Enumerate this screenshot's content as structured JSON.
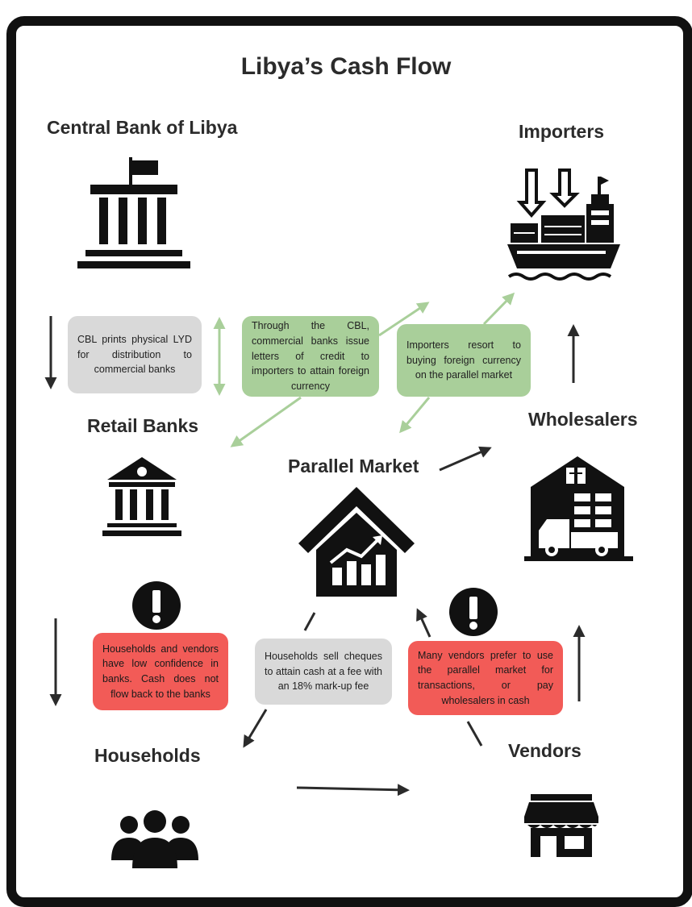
{
  "title": "Libya’s Cash Flow",
  "nodes": {
    "central_bank": "Central Bank of Libya",
    "importers": "Importers",
    "retail_banks": "Retail Banks",
    "wholesalers": "Wholesalers",
    "parallel_market": "Parallel Market",
    "households": "Households",
    "vendors": "Vendors"
  },
  "notes": {
    "cbl_prints": "CBL prints physical LYD for distribution to commercial banks",
    "letters_of_credit": "Through the CBL, commercial banks issue letters of credit to importers to attain foreign currency",
    "importers_resort": "Importers resort to buying foreign currency on the parallel market",
    "low_confidence": "Households and vendors have low confidence in banks. Cash does not flow back to the banks",
    "households_sell": "Households sell cheques to attain cash at a fee with an 18% mark-up fee",
    "vendors_prefer": "Many vendors prefer to use the parallel market for transactions, or pay wholesalers in cash"
  },
  "icons": {
    "central_bank": "government-building-flag-icon",
    "importers": "cargo-ship-icon",
    "retail_banks": "bank-icon",
    "wholesalers": "warehouse-truck-icon",
    "parallel_market": "house-growth-chart-icon",
    "households": "people-group-icon",
    "vendors": "shop-icon",
    "warning": "exclamation-icon"
  },
  "colors": {
    "frame": "#111111",
    "grey_box": "#d9d9d9",
    "green_box": "#a9cf9a",
    "red_box": "#f25b57",
    "green_arrow": "#a9cf9a",
    "dark_arrow": "#2b2b2b"
  }
}
